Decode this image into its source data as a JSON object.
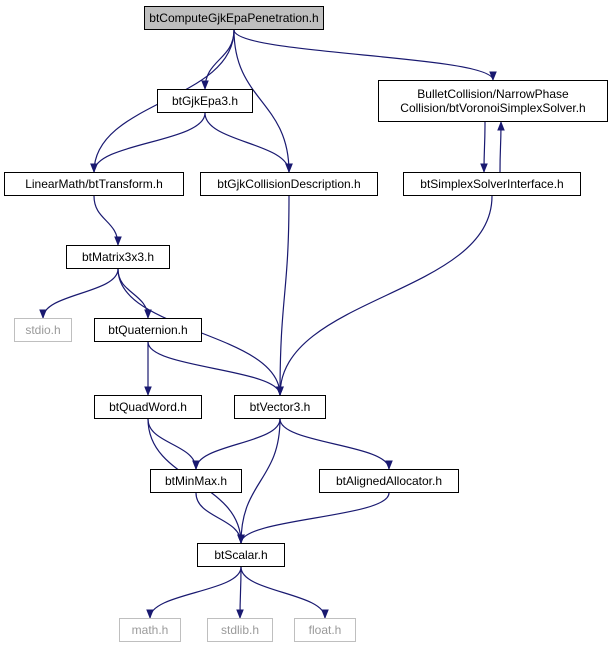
{
  "diagram": {
    "colors": {
      "edge": "#191970",
      "root_fill": "#bfbfbf",
      "external_border": "#bfbfbf",
      "external_text": "#9a9a9a"
    },
    "nodes": {
      "root": "btComputeGjkEpaPenetration.h",
      "gjkepa3": "btGjkEpa3.h",
      "voronoi_line1": "BulletCollision/NarrowPhase",
      "voronoi_line2": "Collision/btVoronoiSimplexSolver.h",
      "transform": "LinearMath/btTransform.h",
      "gjkdesc": "btGjkCollisionDescription.h",
      "simplex": "btSimplexSolverInterface.h",
      "matrix": "btMatrix3x3.h",
      "stdio": "stdio.h",
      "quaternion": "btQuaternion.h",
      "quadword": "btQuadWord.h",
      "vector3": "btVector3.h",
      "minmax": "btMinMax.h",
      "allocator": "btAlignedAllocator.h",
      "scalar": "btScalar.h",
      "math": "math.h",
      "stdlib": "stdlib.h",
      "float": "float.h"
    },
    "edges": [
      [
        "root",
        "gjkepa3"
      ],
      [
        "root",
        "voronoi"
      ],
      [
        "root",
        "transform"
      ],
      [
        "root",
        "gjkdesc"
      ],
      [
        "gjkepa3",
        "transform"
      ],
      [
        "gjkepa3",
        "gjkdesc"
      ],
      [
        "voronoi",
        "simplex"
      ],
      [
        "simplex",
        "voronoi"
      ],
      [
        "transform",
        "matrix"
      ],
      [
        "gjkdesc",
        "vector3"
      ],
      [
        "simplex",
        "vector3"
      ],
      [
        "matrix",
        "stdio"
      ],
      [
        "matrix",
        "quaternion"
      ],
      [
        "matrix",
        "vector3"
      ],
      [
        "quaternion",
        "quadword"
      ],
      [
        "quaternion",
        "vector3"
      ],
      [
        "quadword",
        "minmax"
      ],
      [
        "quadword",
        "scalar"
      ],
      [
        "vector3",
        "minmax"
      ],
      [
        "vector3",
        "scalar"
      ],
      [
        "vector3",
        "allocator"
      ],
      [
        "minmax",
        "scalar"
      ],
      [
        "allocator",
        "scalar"
      ],
      [
        "scalar",
        "math"
      ],
      [
        "scalar",
        "stdlib"
      ],
      [
        "scalar",
        "float"
      ]
    ]
  }
}
